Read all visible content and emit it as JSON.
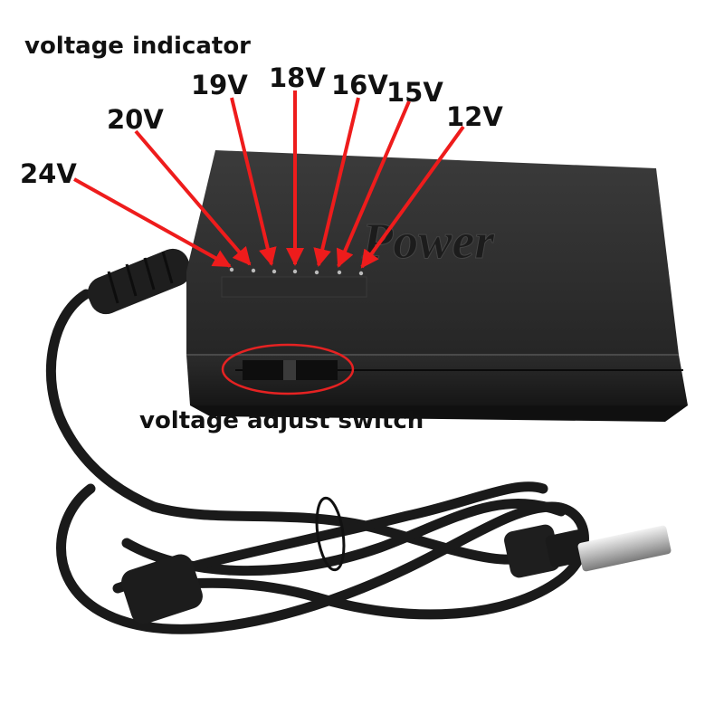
{
  "title": "voltage indicator",
  "voltages": [
    "24V",
    "20V",
    "19V",
    "18V",
    "16V",
    "15V",
    "12V"
  ],
  "switch_label": "voltage adjust switch",
  "brand": "Power",
  "colors": {
    "arrow": "#ee1c1c",
    "ellipse": "#e52222",
    "body": "#2a2a2a",
    "text": "#111111"
  }
}
